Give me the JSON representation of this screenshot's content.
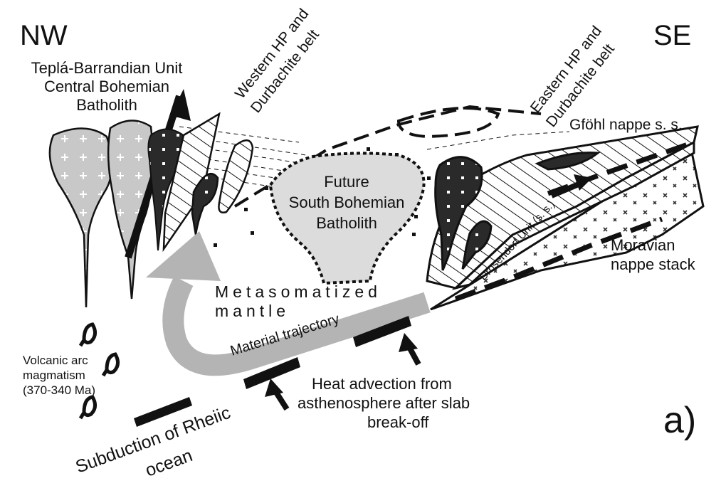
{
  "corner_labels": {
    "nw": "NW",
    "se": "SE",
    "panel": "a)"
  },
  "units": {
    "tepla_line1": "Teplá-Barrandian Unit",
    "tepla_line2": "Central Bohemian",
    "tepla_line3": "Batholith",
    "western_line1": "Western HP and",
    "western_line2": "Durbachite belt",
    "eastern_line1": "Eastern HP and",
    "eastern_line2": "Durbachite belt",
    "gfohl": "Gföhl nappe s. s.",
    "future_line1": "Future",
    "future_line2": "South Bohemian",
    "future_line3": "Batholith",
    "drosendorf": "Drosendorf Unit (s. s.)",
    "moravian_line1": "Moravian",
    "moravian_line2": "nappe stack"
  },
  "processes": {
    "mantle_line1": "Metasomatized",
    "mantle_line2": "mantle",
    "trajectory": "Material trajectory",
    "volcanic_line1": "Volcanic arc",
    "volcanic_line2": "magmatism",
    "volcanic_line3": "(370-340 Ma)",
    "heat_line1": "Heat advection from",
    "heat_line2": "asthenosphere after slab",
    "heat_line3": "break-off",
    "subduction_line1": "Subduction of Rheiic",
    "subduction_line2": "ocean"
  },
  "colors": {
    "light_fill": "#c8c8c8",
    "dark_fill": "#2a2a2a",
    "arrow_gray": "#b4b4b4",
    "batholith_fill": "#dcdcdc",
    "line": "#111111"
  }
}
